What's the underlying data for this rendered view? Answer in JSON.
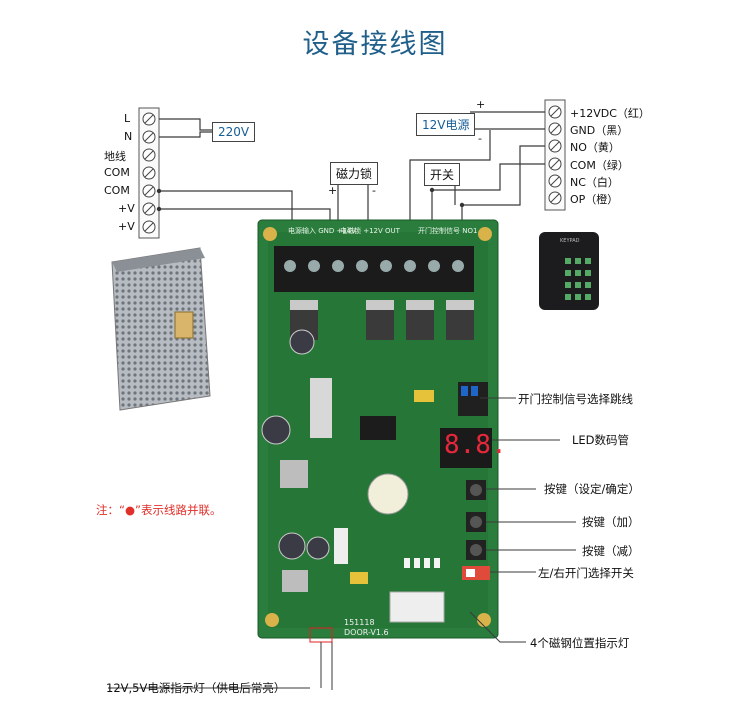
{
  "title": "设备接线图",
  "left_terminals": [
    "L",
    "N",
    "地线",
    "COM",
    "COM",
    "+V",
    "+V"
  ],
  "label_220v": "220V",
  "label_maglock": "磁力锁",
  "maglock_plus": "+",
  "maglock_minus": "-",
  "label_12v_supply": "12V电源",
  "supply_plus": "+",
  "supply_minus": "-",
  "label_switch": "开关",
  "right_terminals": [
    "+12VDC（红）",
    "GND（黑）",
    "NO（黄）",
    "COM（绿）",
    "NC（白）",
    "OP（橙）"
  ],
  "callouts": [
    "开门控制信号选择跳线",
    "LED数码管",
    "按键（设定/确定）",
    "按键（加）",
    "按键（减）",
    "左/右开门选择开关",
    "4个磁钢位置指示灯"
  ],
  "bottom_callout": "12V,5V电源指示灯（供电后常亮）",
  "note": "注：“●”表示线路并联。",
  "board_header": "电源输入 GND +14V",
  "board_lock": "电磁锁 +12V OUT",
  "board_io": "开门控制信号 NO1",
  "led_display": "8.8.",
  "board_model_1": "151118",
  "board_model_2": "DOOR-V1.6",
  "keypad_brand": "KEYPAD",
  "colors": {
    "title": "#1f5f8a",
    "pcb": "#2a7d3c",
    "pcb_dark": "#1f6b31",
    "note": "#e0302a",
    "wire": "#3a3a3a"
  }
}
